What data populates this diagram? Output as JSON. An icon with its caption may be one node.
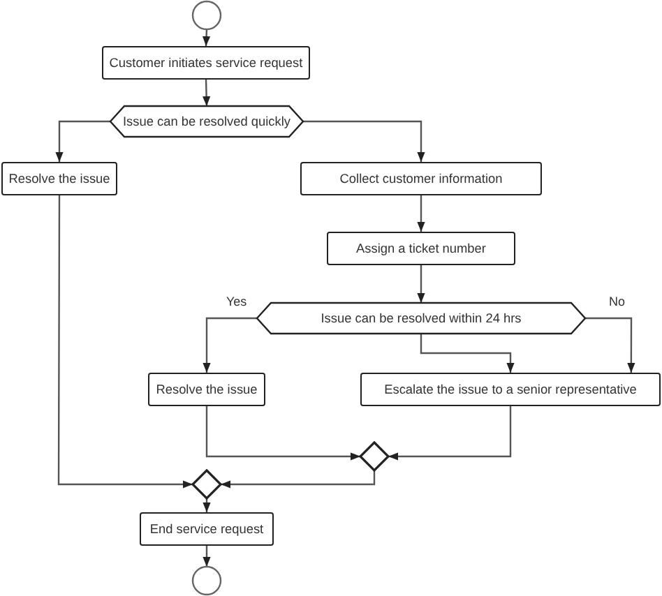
{
  "diagram": {
    "nodes": [
      {
        "text": [],
        "shape": "circle"
      },
      {
        "text": [
          "Customer initiates service request"
        ]
      },
      {
        "text": [
          "Issue can be resolved quickly"
        ]
      },
      {
        "text": [
          "Resolve the issue"
        ]
      },
      {
        "text": [
          "Collect customer information"
        ]
      },
      {
        "text": [
          "Assign a ticket number"
        ]
      },
      {
        "text": [
          "Issue can be resolved within 24 hrs"
        ]
      },
      {
        "text": [
          "Resolve the issue"
        ]
      },
      {
        "text": [
          "Escalate the issue to a senior representative"
        ]
      },
      {
        "text": [],
        "shape": "diamond"
      },
      {
        "text": [],
        "shape": "diamond"
      },
      {
        "text": [
          "End service request"
        ]
      },
      {
        "text": [],
        "shape": "circle"
      }
    ],
    "edges": [
      {
        "from": 0,
        "to": 1,
        "arrow": "to"
      },
      {
        "from": 1,
        "to": 2,
        "arrow": "to"
      },
      {
        "from": 2,
        "to": 3,
        "arrow": "to"
      },
      {
        "from": 2,
        "to": 4,
        "arrow": "to"
      },
      {
        "from": 4,
        "to": 5,
        "arrow": "to"
      },
      {
        "from": 5,
        "to": 6,
        "arrow": "to"
      },
      {
        "from": 6,
        "to": 7,
        "label": "Yes",
        "arrow": "to"
      },
      {
        "from": 6,
        "to": 8,
        "arrow": "to"
      },
      {
        "from": 6,
        "to": 8,
        "label": "No",
        "arrow": "to"
      },
      {
        "from": 7,
        "to": 9,
        "arrow": "to"
      },
      {
        "from": 8,
        "to": 9,
        "arrow": "to"
      },
      {
        "from": 3,
        "to": 10,
        "arrow": "to"
      },
      {
        "from": 9,
        "to": 10,
        "arrow": "to"
      },
      {
        "from": 10,
        "to": 11,
        "arrow": "to"
      },
      {
        "from": 11,
        "to": 12,
        "arrow": "to"
      }
    ]
  }
}
